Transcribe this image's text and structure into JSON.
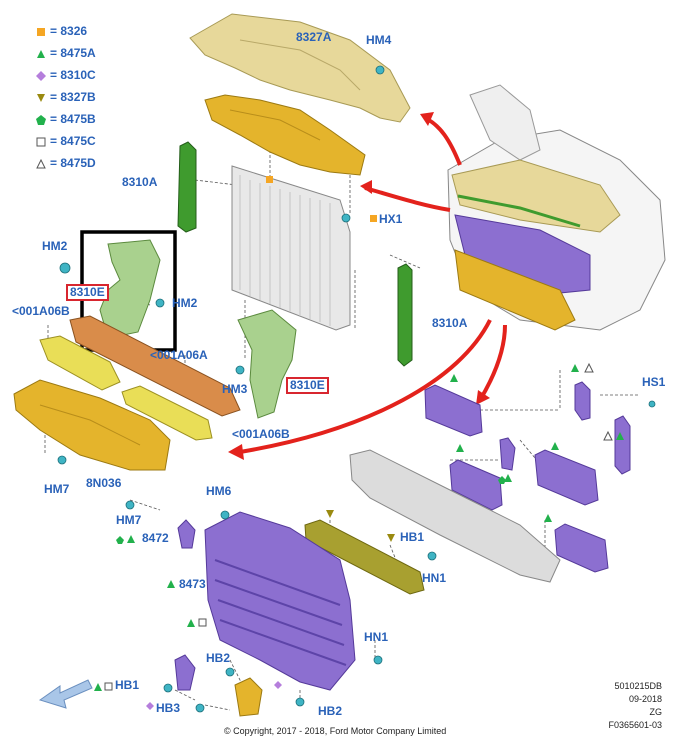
{
  "legend": [
    {
      "code": "8326",
      "symbol": "square",
      "color": "#f5a623"
    },
    {
      "code": "8475A",
      "symbol": "triangle",
      "color": "#22b14c"
    },
    {
      "code": "8310C",
      "symbol": "diamond",
      "color": "#b57edc"
    },
    {
      "code": "8327B",
      "symbol": "triangle-down",
      "color": "#9a8a10"
    },
    {
      "code": "8475B",
      "symbol": "pentagon",
      "color": "#22b14c"
    },
    {
      "code": "8475C",
      "symbol": "square-outline",
      "color": "#555555"
    },
    {
      "code": "8475D",
      "symbol": "triangle-outline",
      "color": "#555555"
    }
  ],
  "legend_equals": "=",
  "labels": {
    "l8327A": "8327A",
    "lHM4": "HM4",
    "l8310A_1": "8310A",
    "lHX1": "HX1",
    "lHM2_1": "HM2",
    "l8310E_1": "8310E",
    "lHM2_2": "HM2",
    "l001A06B_1": "<001A06B",
    "l001A06A": "<001A06A",
    "l8310A_2": "8310A",
    "lHM3": "HM3",
    "l8310E_2": "8310E",
    "l001A06B_2": "<001A06B",
    "lHS1": "HS1",
    "lHM7_1": "HM7",
    "l8N036": "8N036",
    "lHM7_2": "HM7",
    "lHM6": "HM6",
    "l8472": "8472",
    "lHB1_1": "HB1",
    "lHN1_1": "HN1",
    "l8473": "8473",
    "lHN1_2": "HN1",
    "lHB2_1": "HB2",
    "lHB1_2": "HB1",
    "lHB3": "HB3",
    "lHB2_2": "HB2"
  },
  "meta": {
    "id": "5010215DB",
    "date": "09-2018",
    "code": "ZG",
    "figure": "F0365601-03"
  },
  "copyright": "© Copyright, 2017 - 2018, Ford Motor Company Limited",
  "colors": {
    "label": "#2a62b8",
    "callout_box": "#d8262f",
    "arrow": "#e3221c",
    "tan_part": "#e7d89a",
    "gold_part": "#e4b42c",
    "green_part": "#3f9b2e",
    "light_green_part": "#a9d18e",
    "purple_part": "#8c6fd0",
    "grey_part": "#d0d0d0",
    "orange_part": "#d98c4a",
    "yellow_part": "#e9de57",
    "olive_part": "#a8a030"
  }
}
